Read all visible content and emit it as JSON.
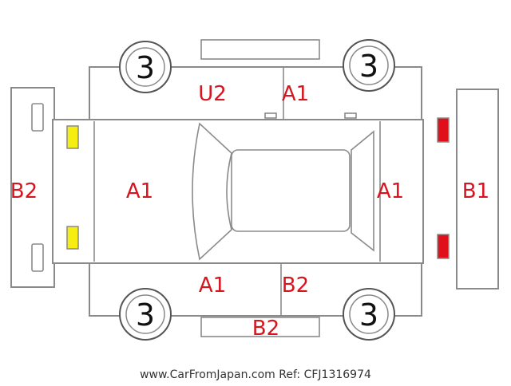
{
  "labels": {
    "front_left_door": "U2",
    "front_right_door": "A1",
    "hood": "A1",
    "roof": "A1",
    "front_bumper": "B2",
    "rear_bumper": "B1",
    "rear_left_door": "A1",
    "rear_right_door": "B2",
    "bottom_panel": "B2"
  },
  "tires": {
    "top_left": "3",
    "top_right": "3",
    "bottom_left": "3",
    "bottom_right": "3"
  },
  "footer": "www.CarFromJapan.com Ref: CFJ1316974",
  "colors": {
    "code_text": "#d8141e",
    "front_lamp": "#f5ee10",
    "rear_lamp": "#e0101a",
    "outline": "#8a8a8a"
  }
}
